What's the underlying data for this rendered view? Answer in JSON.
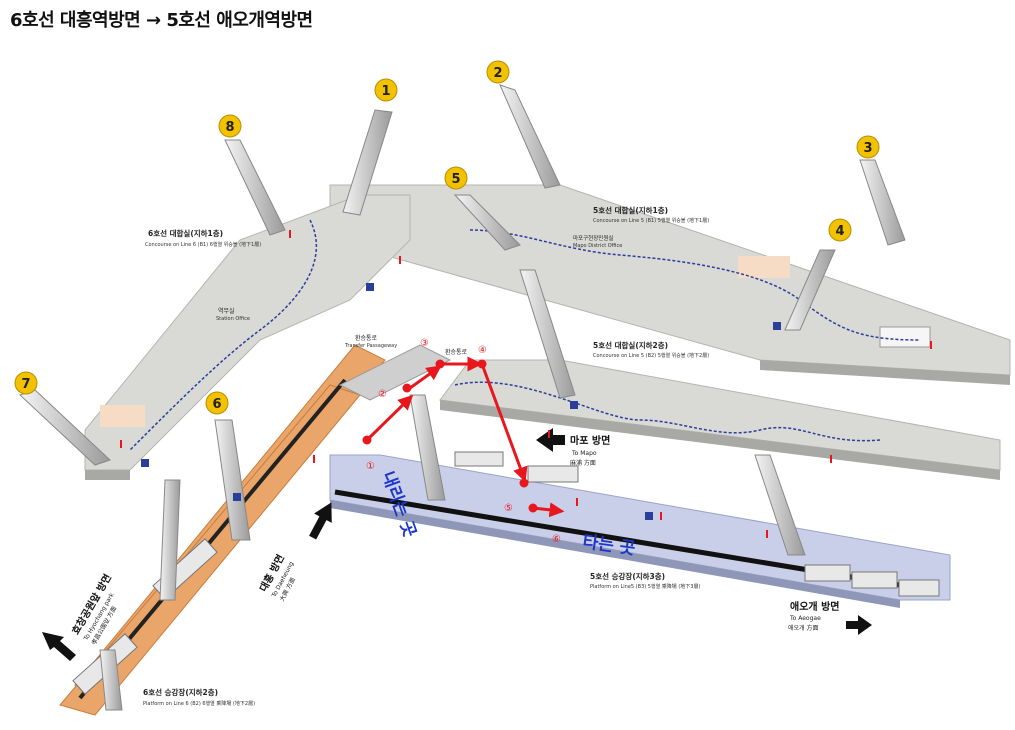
{
  "title": "6호선 대흥역방면 → 5호선 애오개역방면",
  "exits": [
    "1",
    "2",
    "3",
    "4",
    "5",
    "6",
    "7",
    "8"
  ],
  "concourse_l6": {
    "ko": "6호선 대합실(지하1층)",
    "en": "Concourse on Line 6 (B1)  6행열 위승볼 (地下1層)"
  },
  "concourse_l5_b1": {
    "ko": "5호선 대합실(지하1층)",
    "en": "Concourse on Line 5 (B1)  5행열 위승볼 (地下1層)"
  },
  "concourse_l5_b2": {
    "ko": "5호선 대합실(지하2층)",
    "en": "Concourse on Line 5 (B2)  5행열 위승볼 (地下2層)"
  },
  "platform_l5": {
    "ko": "5호선 승강장(지하3층)",
    "en": "Platform on Line5 (B3)  5행열 乘降場 (地下3層)"
  },
  "platform_l6": {
    "ko": "6호선 승강장(지하2층)",
    "en": "Platform on Line 6 (B2)  6행열 乘降場 (地下2層)"
  },
  "rooms": {
    "station_office": "역무실",
    "station_office_en": "Station Office",
    "transfer": "환승통로",
    "transfer_en": "Transfer Passageway",
    "transfer2": "환승통로",
    "civil": "마포구현장민원실",
    "civil_en": "Mapo District Office"
  },
  "directions": {
    "mapo": {
      "ko": "마포 방면",
      "en": "To Mapo",
      "hanja": "麻浦 方面"
    },
    "daeheung": {
      "ko": "대흥 방면",
      "en": "To Daeheung",
      "hanja": "大興 方面"
    },
    "hyochang": {
      "ko": "효창공원앞 방면",
      "en": "To Hyochang park",
      "hanja": "孝昌公園앞 方面"
    },
    "aeogae": {
      "ko": "애오개 방면",
      "en": "To Aeogae",
      "hanja": "애오개 方面"
    }
  },
  "steps": [
    "①",
    "②",
    "③",
    "④",
    "⑤",
    "⑥"
  ],
  "getoff": "내리는 곳",
  "geton": "타는 곳",
  "colors": {
    "route": "#e8171d",
    "label_blue": "#1d37c9",
    "floor": "#d9d9d6",
    "platform_l5": "#c9cfe8",
    "platform_l6": "#e9a56a",
    "exit_badge": "#f2c200"
  }
}
